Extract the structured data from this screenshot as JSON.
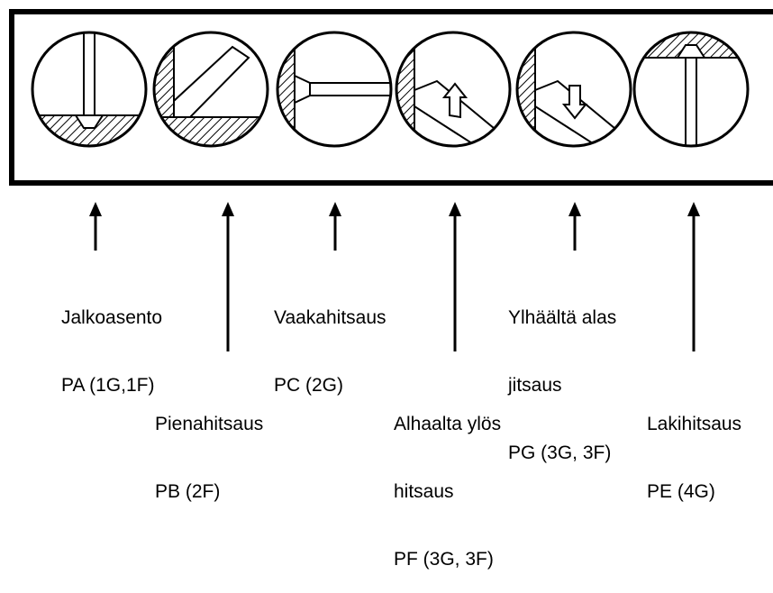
{
  "diagram": {
    "positions": [
      {
        "id": "pa",
        "lines": [
          "Jalkoasento",
          "PA (1G,1F)"
        ]
      },
      {
        "id": "pb",
        "lines": [
          "Pienahitsaus",
          "PB (2F)"
        ]
      },
      {
        "id": "pc",
        "lines": [
          "Vaakahitsaus",
          "PC (2G)"
        ]
      },
      {
        "id": "pf",
        "lines": [
          "Alhaalta ylös",
          "hitsaus",
          "PF (3G, 3F)"
        ]
      },
      {
        "id": "pg",
        "lines": [
          "Ylhäältä alas",
          "jitsaus",
          "PG (3G, 3F)"
        ]
      },
      {
        "id": "pe",
        "lines": [
          "Lakihitsaus",
          "PE (4G)"
        ]
      }
    ],
    "colors": {
      "stroke": "#000000",
      "background": "#ffffff"
    }
  }
}
